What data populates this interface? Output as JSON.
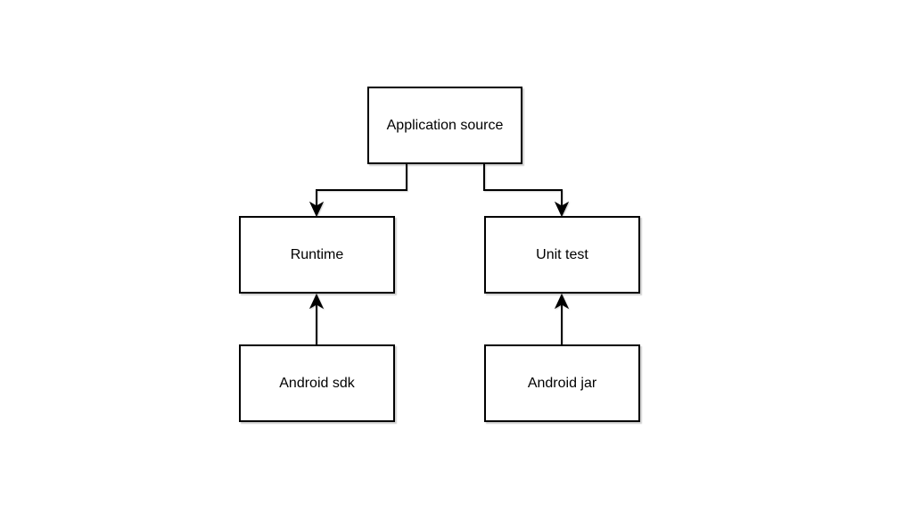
{
  "diagram": {
    "type": "flowchart",
    "nodes": [
      {
        "id": "application-source",
        "label": "Application source"
      },
      {
        "id": "runtime",
        "label": "Runtime"
      },
      {
        "id": "unit-test",
        "label": "Unit test"
      },
      {
        "id": "android-sdk",
        "label": "Android sdk"
      },
      {
        "id": "android-jar",
        "label": "Android jar"
      }
    ],
    "edges": [
      {
        "from": "application-source",
        "to": "runtime",
        "arrow": "down"
      },
      {
        "from": "application-source",
        "to": "unit-test",
        "arrow": "down"
      },
      {
        "from": "android-sdk",
        "to": "runtime",
        "arrow": "up"
      },
      {
        "from": "android-jar",
        "to": "unit-test",
        "arrow": "up"
      }
    ],
    "colors": {
      "background": "#ffffff",
      "line": "#000000",
      "node_fill": "#ffffff",
      "node_border": "#000000",
      "text": "#000000"
    }
  }
}
